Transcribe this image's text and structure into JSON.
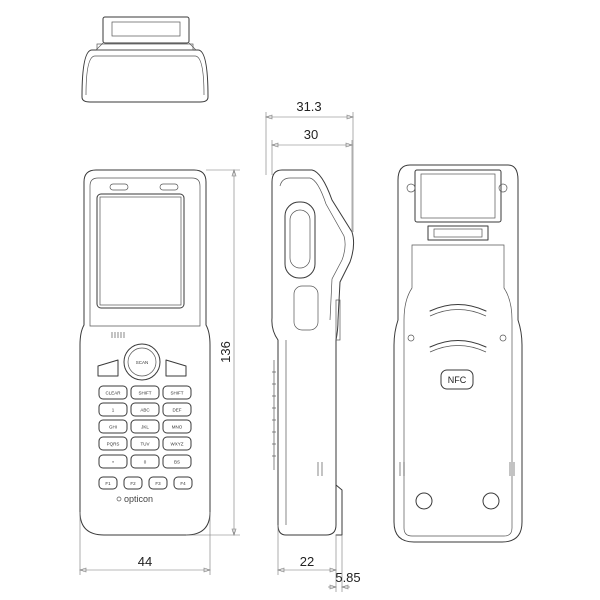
{
  "dimensions": {
    "side_outer_width": "31.3",
    "side_body_width": "30",
    "height": "136",
    "front_width": "44",
    "side_base_width": "22",
    "side_protrusion": "5.85"
  },
  "front_labels": {
    "scan": "SCAN",
    "f1": "F1",
    "f2": "F2",
    "f3": "F3",
    "f4": "F4",
    "brand": "opticon"
  },
  "keys": [
    "CLEAR",
    "SHIFT",
    "SHIFT",
    "1",
    "ABC",
    "DEF",
    "GHI",
    "JKL",
    "MNO",
    "PQRS",
    "TUV",
    "WXYZ",
    "•",
    "0",
    "BS"
  ],
  "back_labels": {
    "nfc": "NFC"
  }
}
